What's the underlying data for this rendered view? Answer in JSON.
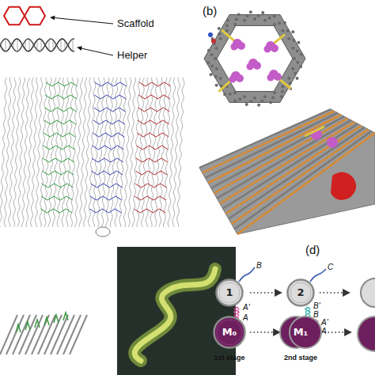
{
  "diagram": {
    "nodes": [
      {
        "text": [
          "1"
        ]
      },
      {
        "text": [
          "M₀"
        ]
      },
      {
        "text": [
          "2"
        ]
      },
      {
        "text": [
          "M₁"
        ]
      }
    ],
    "labels": [
      "Scaffold",
      "Helper",
      "(b)",
      "(d)",
      "B",
      "A'",
      "A",
      "C",
      "B'",
      "B",
      "A'",
      "A",
      "1st stage",
      "2nd stage"
    ]
  }
}
